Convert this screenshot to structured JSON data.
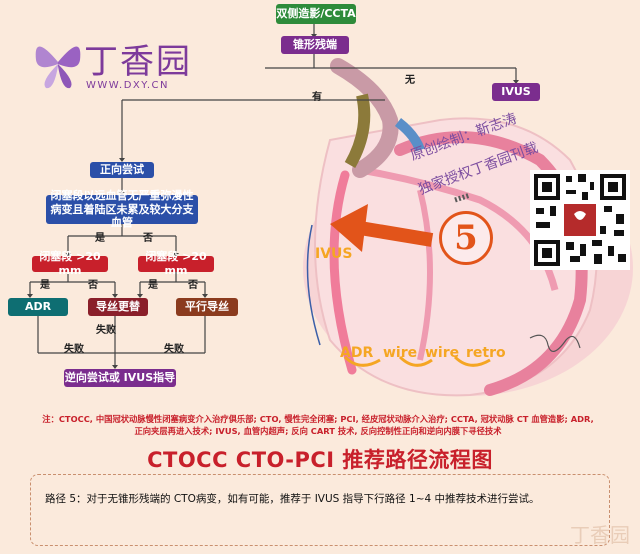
{
  "logo": {
    "brand": "丁香园",
    "url": "WWW.DXY.CN"
  },
  "flow": {
    "top": "双侧造影/CCTA",
    "stump": "锥形残端",
    "no": "无",
    "yes": "有",
    "ivus": "IVUS",
    "antegrade": "正向尝试",
    "condition": "闭塞段以远血管无严重弥漫性病变且着陆区未累及较大分支血管",
    "yes2": "是",
    "no2": "否",
    "len_left": "闭塞段 >20 mm",
    "len_right": "闭塞段 >20 mm",
    "yes3": "是",
    "no3": "否",
    "yes4": "是",
    "no4": "否",
    "adr": "ADR",
    "wire_change": "导丝更替",
    "parallel": "平行导丝",
    "fail1": "失败",
    "fail2": "失败",
    "fail3": "失败",
    "retro": "逆向尝试或 IVUS指导"
  },
  "illustration": {
    "credit_line1": "原创绘制：靳志涛",
    "credit_line2": "独家授权丁香园刊载",
    "path_number": "5",
    "ivus": "IVUS",
    "adr": "ADR",
    "wire1": "wire",
    "wire2": "wire",
    "retro": "retro"
  },
  "note": "注：CTOCC, 中国冠状动脉慢性闭塞病变介入治疗俱乐部; CTO, 慢性完全闭塞; PCI, 经皮冠状动脉介入治疗; CCTA, 冠状动脉 CT 血管造影; ADR, 正向夹层再进入技术; IVUS, 血管内超声; 反向 CART 技术, 反向控制性正向和逆向内膜下寻径技术",
  "title": "CTOCC CTO-PCI 推荐路径流程图",
  "description": "路径 5：对于无锥形残端的 CTO病变，如有可能，推荐于 IVUS 指导下行路径 1~4 中推荐技术进行尝试。",
  "watermark": "丁香园",
  "colors": {
    "green": "#2e8b3a",
    "purple": "#7b2d8e",
    "blue": "#2b4fa8",
    "red": "#c8202b",
    "teal": "#0e6e72",
    "maroon": "#8a1f2a",
    "brown": "#8b3b1e",
    "orange": "#e2541a"
  }
}
